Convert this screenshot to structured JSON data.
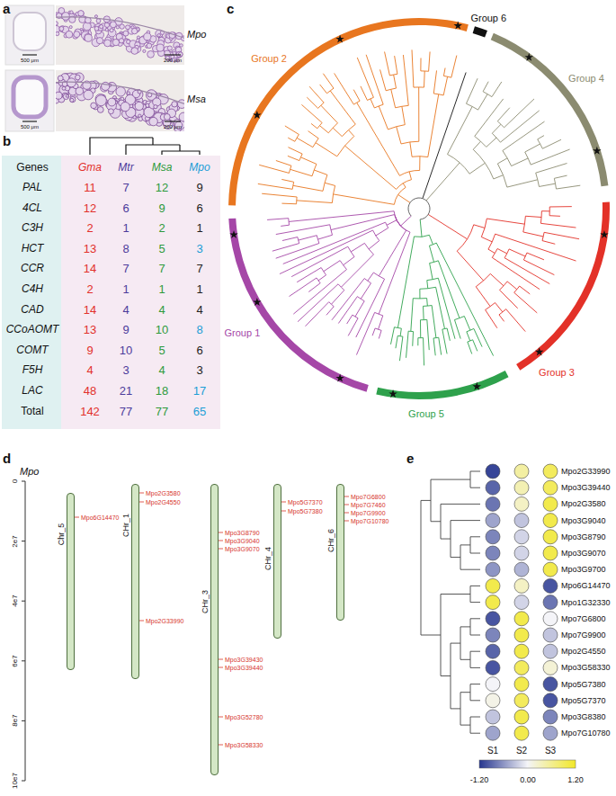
{
  "diagram": {
    "nodes": [
      {
        "text": [
          "Chr_5"
        ]
      },
      {
        "text": [
          "CHr_1"
        ]
      },
      {
        "text": [
          "CHr_3"
        ]
      },
      {
        "text": [
          "CHr_4"
        ]
      },
      {
        "text": [
          "CHr_6"
        ]
      }
    ],
    "labels": [
      "a",
      "500 μm",
      "200 μm",
      "Mpo",
      "500 μm",
      "200 μm",
      "Msa",
      "b",
      "Genes",
      "Gma",
      "Mtr",
      "Msa",
      "Mpo",
      "PAL",
      "11",
      "7",
      "12",
      "9",
      "4CL",
      "12",
      "6",
      "9",
      "6",
      "C3H",
      "2",
      "1",
      "2",
      "1",
      "HCT",
      "13",
      "8",
      "5",
      "3",
      "CCR",
      "14",
      "7",
      "7",
      "7",
      "C4H",
      "2",
      "1",
      "1",
      "1",
      "CAD",
      "14",
      "4",
      "4",
      "4",
      "CCoAOMT",
      "13",
      "9",
      "10",
      "8",
      "COMT",
      "9",
      "10",
      "5",
      "6",
      "F5H",
      "4",
      "3",
      "4",
      "3",
      "LAC",
      "48",
      "21",
      "18",
      "17",
      "Total",
      "142",
      "77",
      "77",
      "65",
      "c",
      "Group 2",
      "Group 6",
      "Group 4",
      "Group 3",
      "Group 5",
      "Group 1",
      "d",
      "Mpo",
      "0",
      "2e7",
      "4e7",
      "6e7",
      "8e7",
      "10e7",
      "Mpo6G14470",
      "Mpo2G3580",
      "Mpo2G4550",
      "Mpo2G33990",
      "Mpo3G8790",
      "Mpo3G9040",
      "Mpo3G9070",
      "Mpo3G39430",
      "Mpo3G39440",
      "Mpo3G52780",
      "Mpo3G58330",
      "Mpo5G7370",
      "Mpo5G7380",
      "Mpo7G6800",
      "Mpo7G7460",
      "Mpo7G9900",
      "Mpo7G10780",
      "e",
      "S1",
      "S2",
      "S3",
      "Mpo2G33990",
      "Mpo3G39440",
      "Mpo2G3580",
      "Mpo3G9040",
      "Mpo3G8790",
      "Mpo3G9070",
      "Mpo3G9700",
      "Mpo6G14470",
      "Mpo1G32330",
      "Mpo7G6800",
      "Mpo7G9900",
      "Mpo2G4550",
      "Mpo3G58330",
      "Mpo5G7380",
      "Mpo5G7370",
      "Mpo3G8380",
      "Mpo7G10780",
      "-1.20",
      "0.00",
      "1.20"
    ]
  }
}
